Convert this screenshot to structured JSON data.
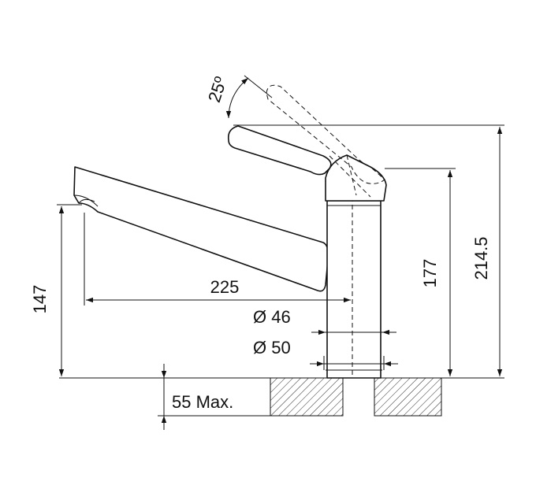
{
  "drawing": {
    "dimensions": {
      "lever_angle": "25º",
      "spout_reach": "225",
      "spout_height": "147",
      "body_height": "177",
      "total_height": "214.5",
      "diameter_top": "Ø 46",
      "diameter_base": "Ø 50",
      "max_worktop": "55 Max."
    },
    "colors": {
      "line": "#111111",
      "background": "#ffffff"
    }
  }
}
